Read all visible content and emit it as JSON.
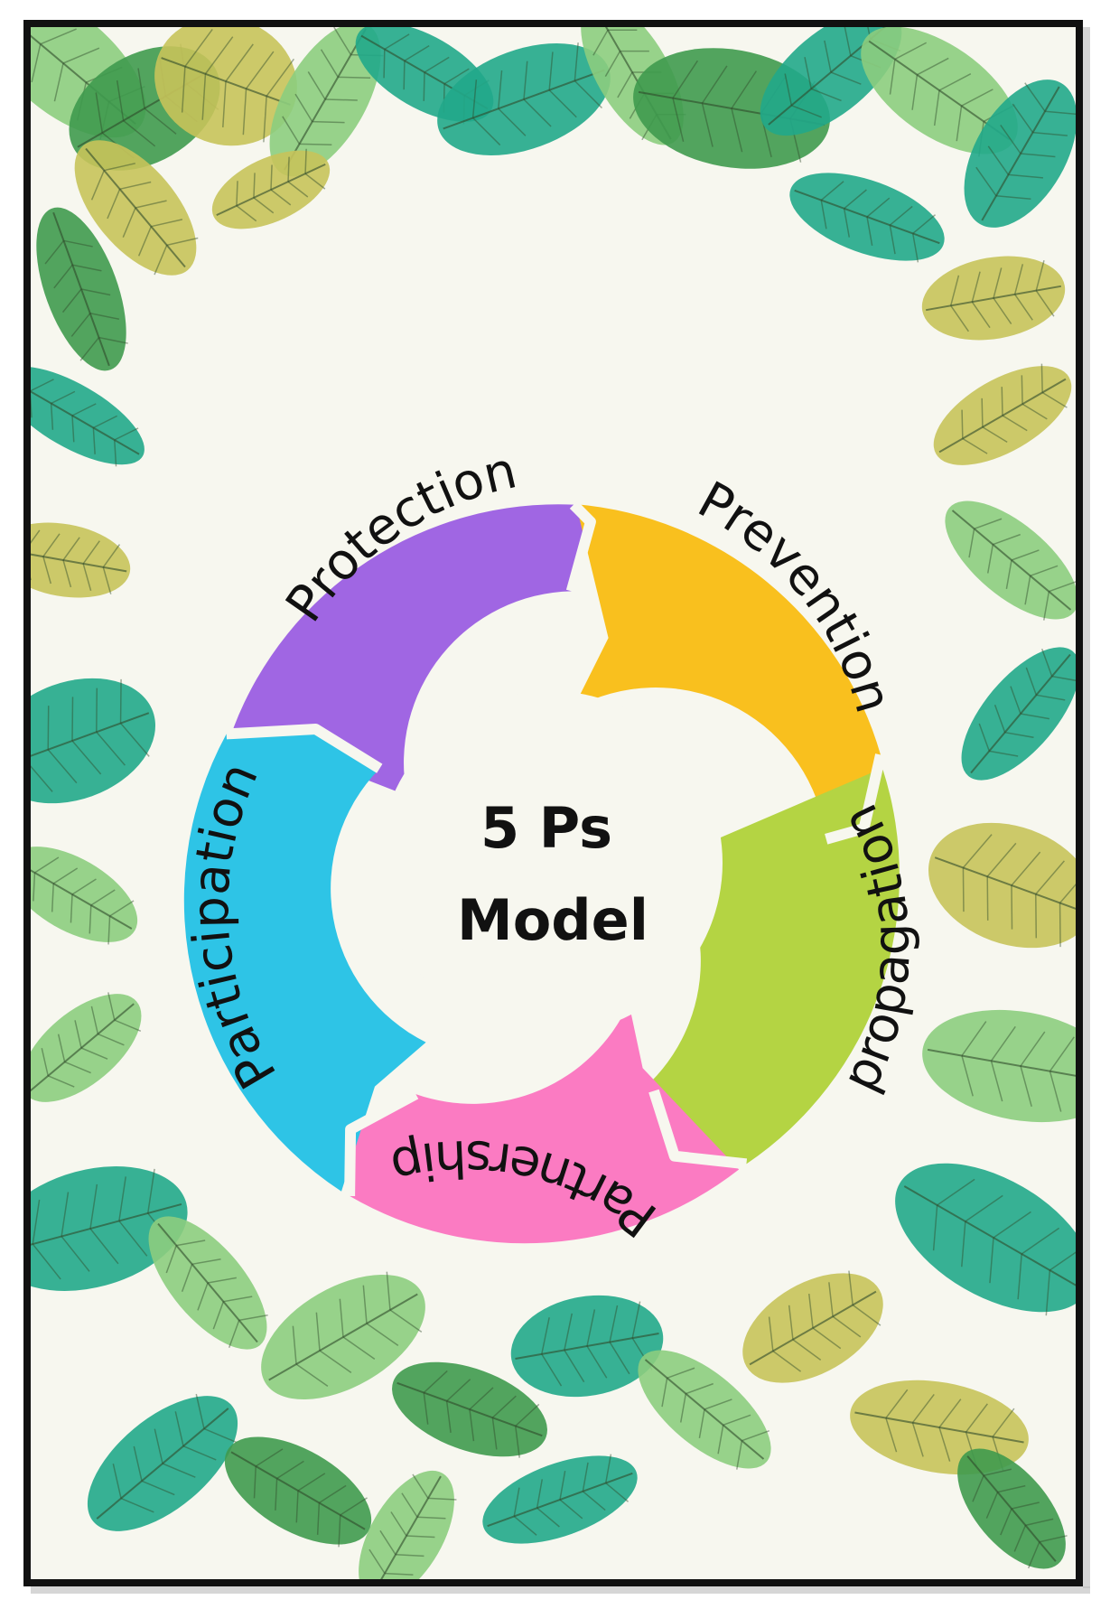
{
  "center": {
    "line1": "5 Ps",
    "line2": "Model"
  },
  "segments": [
    {
      "label": "Protection",
      "color": "#a066e3"
    },
    {
      "label": "Prevention",
      "color": "#f9c01e"
    },
    {
      "label": "propagation",
      "color": "#b4d443"
    },
    {
      "label": "Partnership",
      "color": "#fb7bc2"
    },
    {
      "label": "Participation",
      "color": "#2ec4e6"
    }
  ],
  "colors": {
    "background": "#f7f7ef",
    "frame": "#111111",
    "leaf_dark_green": "#3f9a4e",
    "leaf_teal": "#21a88a",
    "leaf_light_green": "#8ccd7e",
    "leaf_olive": "#c6c35a"
  },
  "decoration": "tropical-leaf-border"
}
